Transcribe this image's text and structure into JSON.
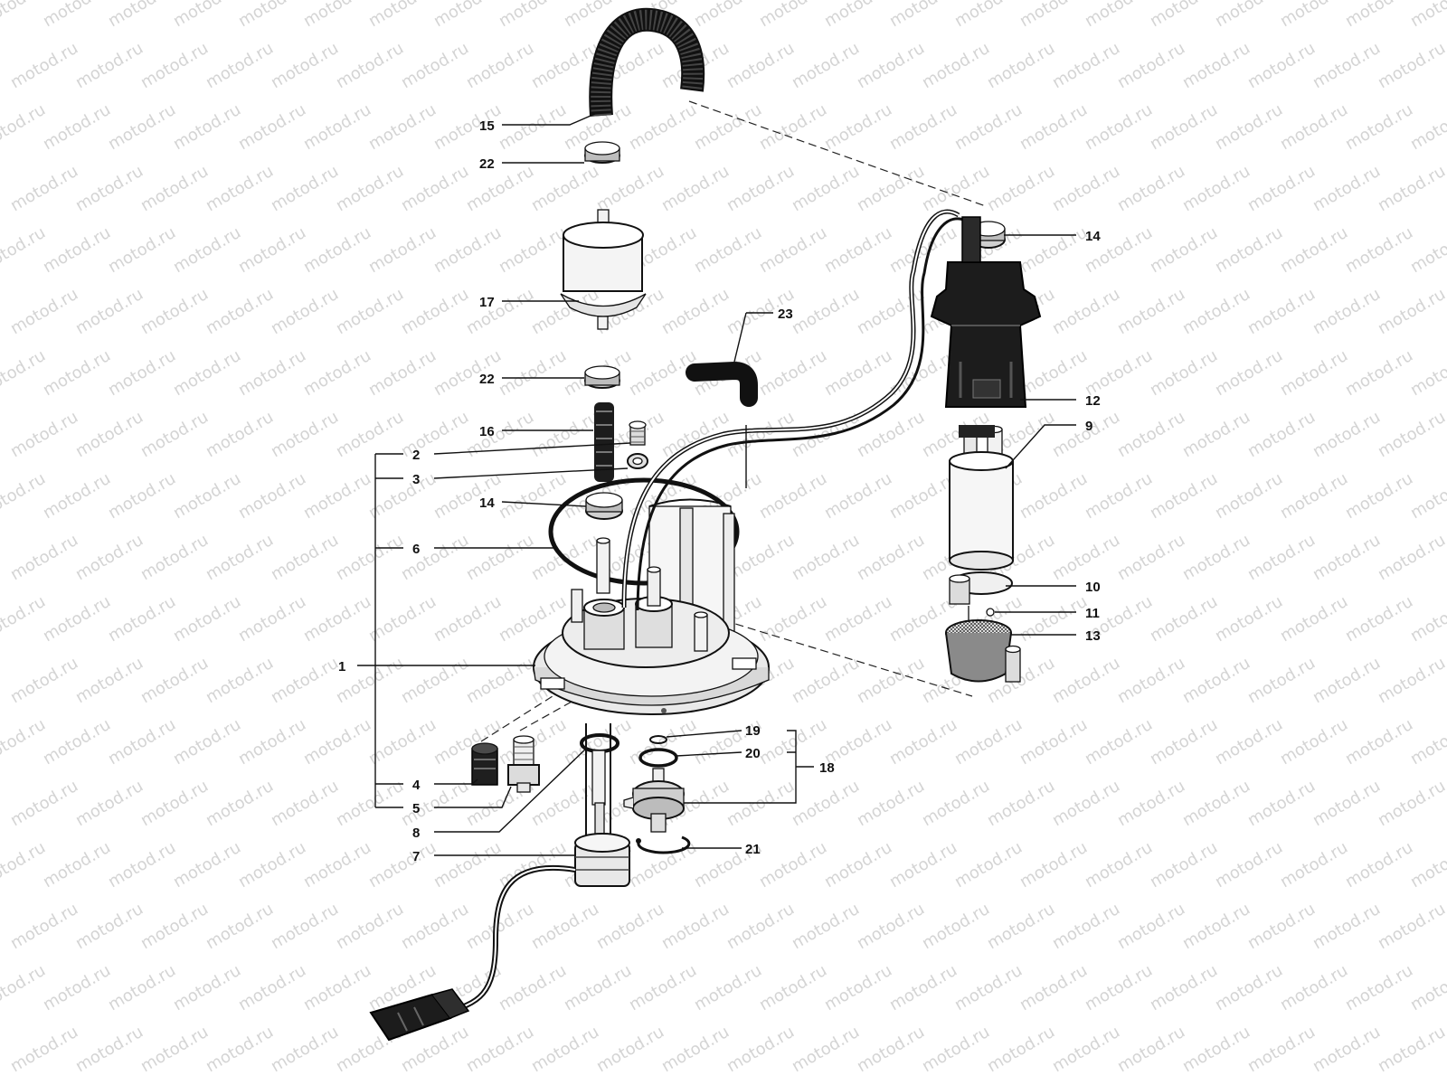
{
  "watermark": {
    "text": "motod.ru"
  },
  "colors": {
    "ink": "#111111",
    "fill_light": "#f2f2f2",
    "fill_mid": "#bdbdbd",
    "fill_dark": "#1c1c1c",
    "watermark": "#d4d4d4"
  },
  "callouts": [
    {
      "key": "c1",
      "text": "1"
    },
    {
      "key": "c2",
      "text": "2"
    },
    {
      "key": "c3",
      "text": "3"
    },
    {
      "key": "c4",
      "text": "4"
    },
    {
      "key": "c5",
      "text": "5"
    },
    {
      "key": "c6",
      "text": "6"
    },
    {
      "key": "c7",
      "text": "7"
    },
    {
      "key": "c8",
      "text": "8"
    },
    {
      "key": "c9",
      "text": "9"
    },
    {
      "key": "c10",
      "text": "10"
    },
    {
      "key": "c11",
      "text": "11"
    },
    {
      "key": "c12",
      "text": "12"
    },
    {
      "key": "c13",
      "text": "13"
    },
    {
      "key": "c14a",
      "text": "14"
    },
    {
      "key": "c14b",
      "text": "14"
    },
    {
      "key": "c15",
      "text": "15"
    },
    {
      "key": "c16",
      "text": "16"
    },
    {
      "key": "c17",
      "text": "17"
    },
    {
      "key": "c18",
      "text": "18"
    },
    {
      "key": "c19",
      "text": "19"
    },
    {
      "key": "c20",
      "text": "20"
    },
    {
      "key": "c21",
      "text": "21"
    },
    {
      "key": "c22a",
      "text": "22"
    },
    {
      "key": "c22b",
      "text": "22"
    },
    {
      "key": "c23",
      "text": "23"
    }
  ]
}
